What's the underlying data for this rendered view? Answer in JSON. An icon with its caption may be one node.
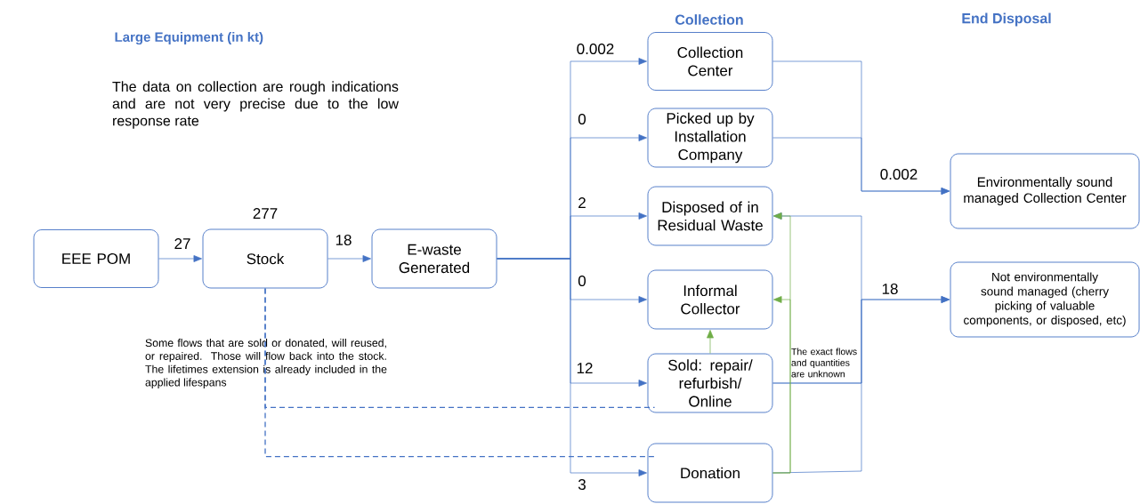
{
  "diagram": {
    "title": "Large Equipment (in kt)",
    "nodes": [
      {
        "text": [
          "EEE POM"
        ]
      },
      {
        "text": [
          "Stock"
        ],
        "beside": [
          "277"
        ]
      },
      {
        "text": [
          "E-waste Generated"
        ]
      },
      {
        "text": [
          "Collection Center"
        ]
      },
      {
        "text": [
          "Picked up by Installation Company"
        ]
      },
      {
        "text": [
          "Disposed of in Residual Waste"
        ]
      },
      {
        "text": [
          "Informal Collector"
        ]
      },
      {
        "text": [
          "Sold: repair/ refurbish/ Online"
        ]
      },
      {
        "text": [
          "Donation"
        ]
      },
      {
        "text": [
          "Environmentally sound managed Collection Center"
        ]
      },
      {
        "text": [
          "Not environmentally sound managed (cherry picking of valuable components, or disposed, etc)"
        ]
      }
    ],
    "edges": [
      {
        "from": 0,
        "to": 1,
        "arrow": "to",
        "label": "27"
      },
      {
        "from": 1,
        "to": 2,
        "arrow": "to",
        "label": "18"
      },
      {
        "from": 2,
        "to": 3,
        "arrow": "to",
        "label": "0.002"
      },
      {
        "from": 2,
        "to": 4,
        "arrow": "to",
        "label": "0"
      },
      {
        "from": 2,
        "to": 5,
        "arrow": "to",
        "label": "2"
      },
      {
        "from": 2,
        "to": 6,
        "arrow": "to",
        "label": "0"
      },
      {
        "from": 2,
        "to": 7,
        "arrow": "to",
        "label": "12"
      },
      {
        "from": 2,
        "to": 8,
        "arrow": "to",
        "label": "3"
      },
      {
        "from": 3,
        "to": 9,
        "arrow": "to",
        "label": "0.002"
      },
      {
        "from": 4,
        "to": 9,
        "arrow": "to"
      },
      {
        "from": 7,
        "to": 10,
        "arrow": "to",
        "label": "18"
      },
      {
        "from": 8,
        "to": 10,
        "arrow": "to"
      },
      {
        "from": 7,
        "to": 5,
        "arrow": "to"
      },
      {
        "from": 8,
        "to": 5,
        "arrow": "to",
        "color": "#70ad47"
      },
      {
        "from": 8,
        "to": 6,
        "arrow": "to",
        "color": "#70ad47"
      },
      {
        "from": 7,
        "to": 6,
        "arrow": "to",
        "color": "#70ad47"
      },
      {
        "from": 1,
        "to": 7,
        "arrow": "none",
        "style": "dashed"
      },
      {
        "from": 1,
        "to": 8,
        "arrow": "none",
        "style": "dashed"
      }
    ],
    "labels": [
      "Collection",
      "End Disposal",
      "The data on collection are rough indications and are not very precise due to the low response rate",
      "Some flows that are sold or donated, will reused, or repaired. Those will flow back into the stock. The lifetimes extension is already included in the applied lifespans",
      "The exact flows and quantities are unknown"
    ]
  }
}
